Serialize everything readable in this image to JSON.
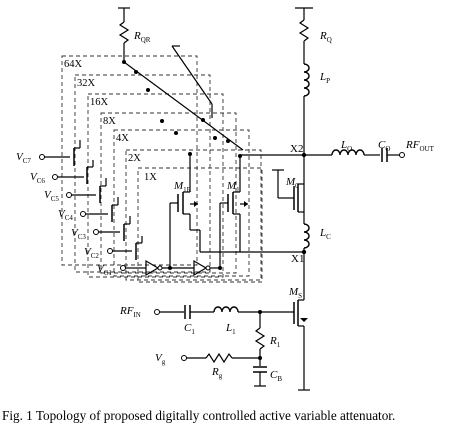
{
  "components": {
    "r_qr": {
      "main": "R",
      "sub": "QR"
    },
    "r_q": {
      "main": "R",
      "sub": "Q"
    },
    "l_p": {
      "main": "L",
      "sub": "P"
    },
    "l_o": {
      "main": "L",
      "sub": "O"
    },
    "c_o": {
      "main": "C",
      "sub": "O"
    },
    "rf_out": {
      "main": "RF",
      "sub": "OUT"
    },
    "m_0": {
      "main": "M",
      "sub": "0"
    },
    "l_c": {
      "main": "L",
      "sub": "C"
    },
    "m_1r": {
      "main": "M",
      "sub": "1R"
    },
    "m_1": {
      "main": "M",
      "sub": "1"
    },
    "m_s": {
      "main": "M",
      "sub": "S"
    },
    "rf_in": {
      "main": "RF",
      "sub": "IN"
    },
    "c_1": {
      "main": "C",
      "sub": "1"
    },
    "l_1": {
      "main": "L",
      "sub": "1"
    },
    "r_1": {
      "main": "R",
      "sub": "1"
    },
    "v_g": {
      "main": "V",
      "sub": "g"
    },
    "r_g": {
      "main": "R",
      "sub": "g"
    },
    "c_b": {
      "main": "C",
      "sub": "B"
    }
  },
  "nodes": {
    "x2": "X2",
    "x1": "X1"
  },
  "control_inputs": [
    {
      "main": "V",
      "sub": "C7"
    },
    {
      "main": "V",
      "sub": "C6"
    },
    {
      "main": "V",
      "sub": "C5"
    },
    {
      "main": "V",
      "sub": "C4"
    },
    {
      "main": "V",
      "sub": "C3"
    },
    {
      "main": "V",
      "sub": "C2"
    },
    {
      "main": "V",
      "sub": "C1"
    }
  ],
  "banks": [
    "64X",
    "32X",
    "16X",
    "8X",
    "4X",
    "2X",
    "1X"
  ],
  "caption": "Fig. 1  Topology of proposed digitally controlled active variable attenuator."
}
